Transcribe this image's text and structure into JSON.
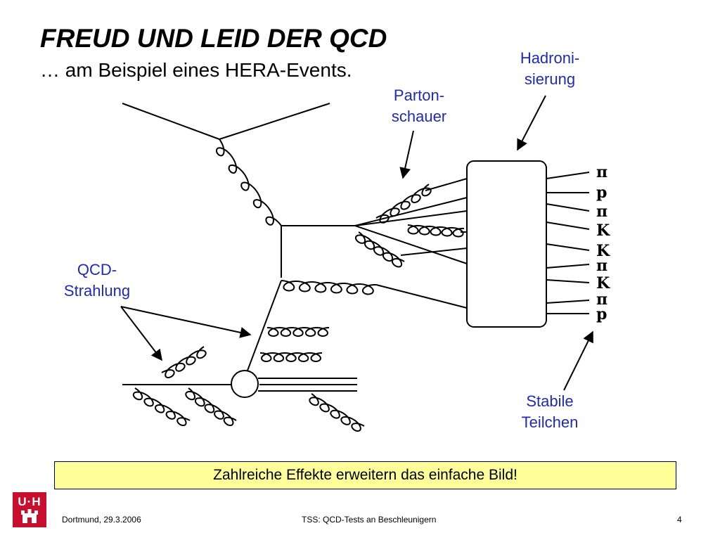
{
  "title": "FREUD UND LEID DER QCD",
  "subtitle": "… am Beispiel eines HERA-Events.",
  "labels": {
    "hadronisierung": [
      "Hadroni-",
      "sierung"
    ],
    "partonschauer": [
      "Parton-",
      "schauer"
    ],
    "qcd_strahlung": [
      "QCD-",
      "Strahlung"
    ],
    "stabile_teilchen": [
      "Stabile",
      "Teilchen"
    ]
  },
  "particles": [
    "π",
    "p",
    "π",
    "K",
    "K",
    "π",
    "K",
    "π",
    "p"
  ],
  "banner": "Zahlreiche Effekte erweitern das einfache Bild!",
  "footer": {
    "left": "Dortmund, 29.3.2006",
    "center": "TSS: QCD-Tests an Beschleunigern",
    "page": "4"
  },
  "logo": {
    "text": "U·H",
    "color": "#c8102e"
  },
  "colors": {
    "label": "#1f2bb5",
    "banner_bg": "#ffff99"
  }
}
